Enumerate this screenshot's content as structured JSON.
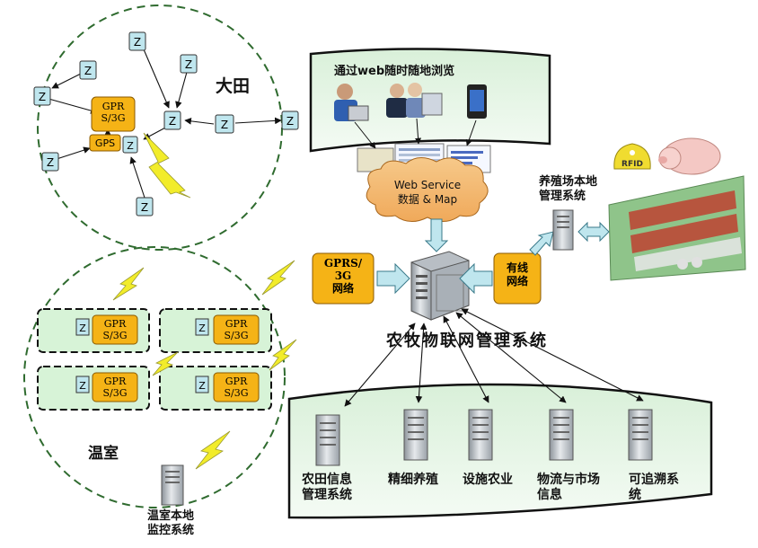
{
  "field": {
    "title": "大田",
    "node_label": "Z",
    "gateway_label": "GPR\nS/3G",
    "gps_label": "GPS"
  },
  "greenhouse": {
    "title": "温室",
    "node_label": "Z",
    "gateway_label": "GPR\nS/3G",
    "monitor_label": "温室本地\n监控系统"
  },
  "web": {
    "title": "通过web随时随地浏览",
    "cloud_line1": "Web  Service",
    "cloud_line2": "数据 & Map"
  },
  "center": {
    "gprs_box": "GPRS/\n3G\n网络",
    "wired_box": "有线\n网络",
    "title": "农牧物联网管理系统"
  },
  "farm": {
    "local_system": "养殖场本地\n管理系统",
    "rfid_label": "RFID"
  },
  "subsystems": [
    {
      "label": "农田信息\n管理系统"
    },
    {
      "label": "精细养殖"
    },
    {
      "label": "设施农业"
    },
    {
      "label": "物流与市场\n信息"
    },
    {
      "label": "可追溯系\n统"
    }
  ],
  "colors": {
    "node_fill": "#bfe6ee",
    "gateway_fill": "#f5b316",
    "box_fill": "#f5b316",
    "panel_fill": "#e2f5e2",
    "arrow_fill": "#bfe6ee"
  }
}
